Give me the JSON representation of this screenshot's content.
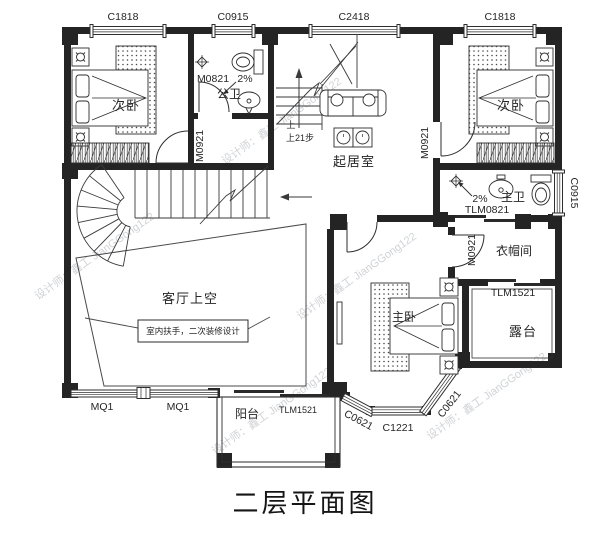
{
  "title": "二层平面图",
  "watermark": "设计师：鑫工 JianGGong122",
  "colors": {
    "line": "#2e2e2e",
    "wall": "#242424",
    "watermark": "#a9adb3"
  },
  "labels": {
    "c1818_left": "C1818",
    "c0915_top": "C0915",
    "c2418_top": "C2418",
    "c1818_right": "C1818",
    "c0915_right": "C0915",
    "c0621_bay_left": "C0621",
    "c1221_bay": "C1221",
    "c0621_bay_right": "C0621",
    "mq1_a": "MQ1",
    "mq1_b": "MQ1",
    "m0821": "M0821",
    "m0921_bedroom_left": "M0921",
    "m0921_bedroom_right": "M0921",
    "m0921_cloakroom": "M0921",
    "tlm0821": "TLM0821",
    "tlm1521_terrace": "TLM1521",
    "tlm1521_balcony": "TLM1521",
    "slope_public_bath": "2%",
    "slope_master_bath": "2%",
    "bedroom_left": "次卧",
    "public_bath": "公卫",
    "living_room": "起居室",
    "bedroom_right": "次卧",
    "master_bath": "主卫",
    "cloakroom": "衣帽间",
    "terrace": "露台",
    "master_bedroom": "主卧",
    "balcony": "阳台",
    "void_above_living": "客厅上空",
    "up": "上",
    "up_steps": "上21步",
    "callout": "室内扶手，二次装修设计"
  }
}
